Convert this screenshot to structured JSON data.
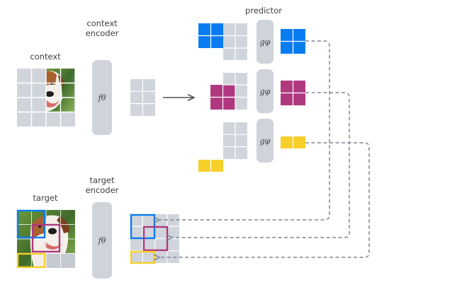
{
  "title": "I-JEPA architecture",
  "labels": {
    "context": "context",
    "context_encoder": [
      "context",
      "encoder"
    ],
    "predictor": "predictor",
    "target": "target",
    "target_encoder": [
      "target",
      "encoder"
    ]
  },
  "symbols": {
    "encoder": "fθ",
    "predictor": "gφ"
  },
  "colors": {
    "patch_gray": "#d0d5dc",
    "grid_line": "#ffffff",
    "block_gray": "#cfd3da",
    "blue": "#0a7cf2",
    "magenta": "#b0387f",
    "yellow": "#f6cf2a",
    "dash": "#7d8692",
    "arrow": "#4a535e"
  },
  "icons": {
    "arrow": "right-arrow-icon",
    "dog_image": "dog-photo"
  },
  "predictor_rows": [
    {
      "name": "blue",
      "mask": "2x2",
      "output": "2x2"
    },
    {
      "name": "magenta",
      "mask": "2x2",
      "output": "2x2"
    },
    {
      "name": "yellow",
      "mask": "1x2",
      "output": "1x2"
    }
  ]
}
